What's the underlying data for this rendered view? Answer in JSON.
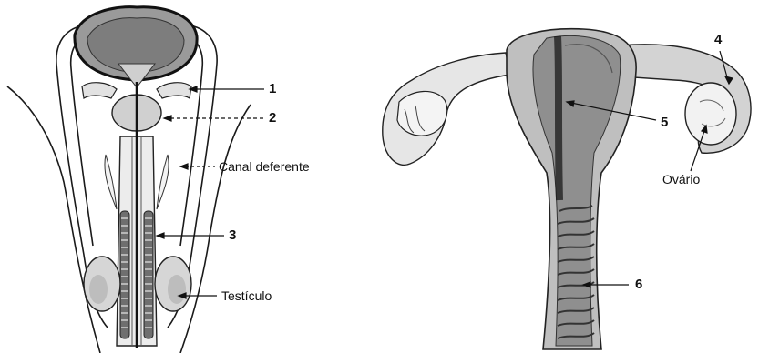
{
  "figure": {
    "male": {
      "labels": {
        "n1": "1",
        "n2": "2",
        "n3": "3",
        "vas_deferens": "Canal deferente",
        "testis": "Testículo"
      }
    },
    "female": {
      "labels": {
        "n4": "4",
        "n5": "5",
        "n6": "6",
        "ovary": "Ovário"
      }
    }
  },
  "colors": {
    "background": "#ffffff",
    "line": "#1a1a1a",
    "shade_light": "#d9d9d9",
    "shade_mid": "#a8a8a8",
    "shade_dark": "#555555"
  }
}
